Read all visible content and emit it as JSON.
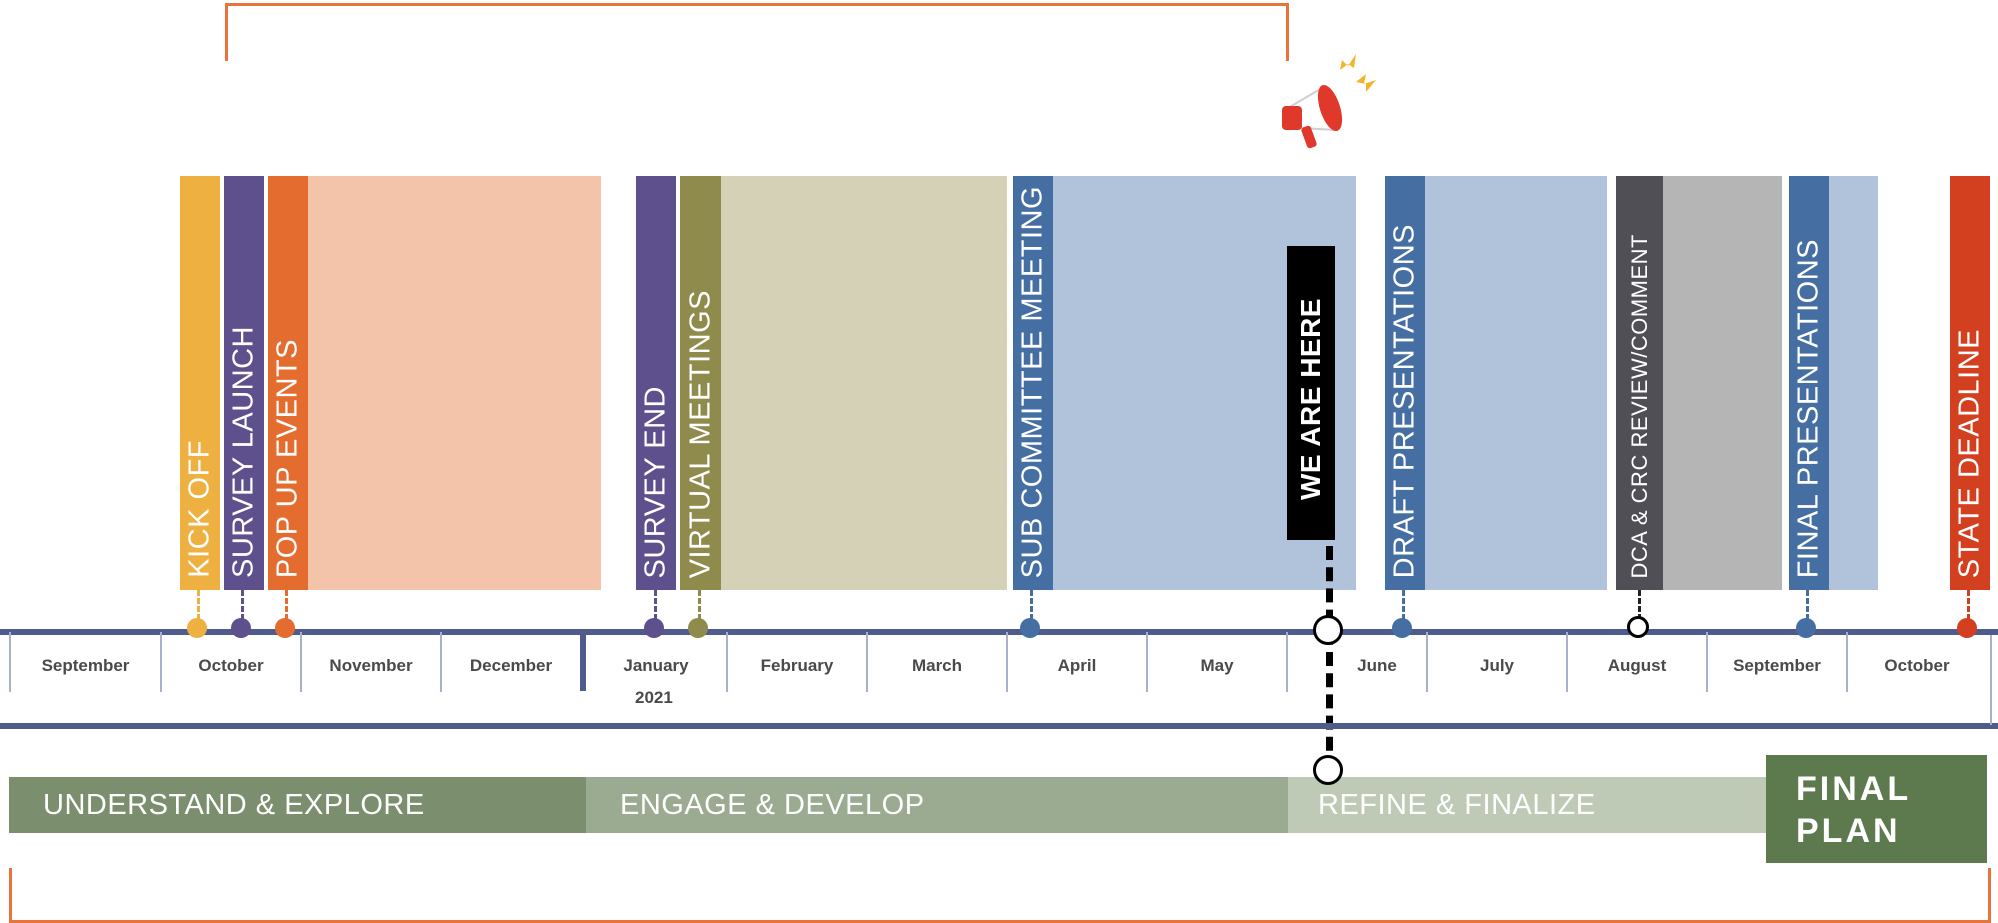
{
  "events": [
    {
      "key": "kick-off",
      "label": "KICK OFF",
      "color": "#efb042"
    },
    {
      "key": "survey-launch",
      "label": "SURVEY LAUNCH",
      "color": "#5e4f8d"
    },
    {
      "key": "pop-up-events",
      "label": "POP UP EVENTS",
      "color": "#e56c2f"
    },
    {
      "key": "survey-end",
      "label": "SURVEY END",
      "color": "#5e4f8d"
    },
    {
      "key": "virtual-meetings",
      "label": "VIRTUAL MEETINGS",
      "color": "#8e8b4c"
    },
    {
      "key": "sub-committee-meeting",
      "label": "SUB COMMITTEE MEETING",
      "color": "#456fa2"
    },
    {
      "key": "draft-presentations",
      "label": "DRAFT PRESENTATIONS",
      "color": "#456fa2"
    },
    {
      "key": "dca-crc-review",
      "label": "DCA & CRC REVIEW/COMMENT",
      "color": "#4f4f55"
    },
    {
      "key": "final-presentations",
      "label": "FINAL PRESENTATIONS",
      "color": "#456fa2"
    },
    {
      "key": "state-deadline",
      "label": "STATE DEADLINE",
      "color": "#d34020"
    }
  ],
  "marker": {
    "label": "WE ARE HERE"
  },
  "timeline": {
    "months": [
      "September",
      "October",
      "November",
      "December",
      "January",
      "February",
      "March",
      "April",
      "May",
      "June",
      "July",
      "August",
      "September",
      "October"
    ],
    "year_label": "2021"
  },
  "phases": [
    {
      "label": "UNDERSTAND & EXPLORE",
      "color": "#7b8f6e"
    },
    {
      "label": "ENGAGE & DEVELOP",
      "color": "#9bab92"
    },
    {
      "label": "REFINE & FINALIZE",
      "color": "#bfcab6"
    }
  ],
  "final_plan": {
    "line1": "FINAL",
    "line2": "PLAN"
  },
  "colors": {
    "axis": "#4e5b8c",
    "bracket": "#e8743b",
    "peach_block": "#f3c4aa",
    "olive_block": "#d5d1b7",
    "blue_block": "#b1c3da",
    "gray_block": "#b5b5b5"
  }
}
